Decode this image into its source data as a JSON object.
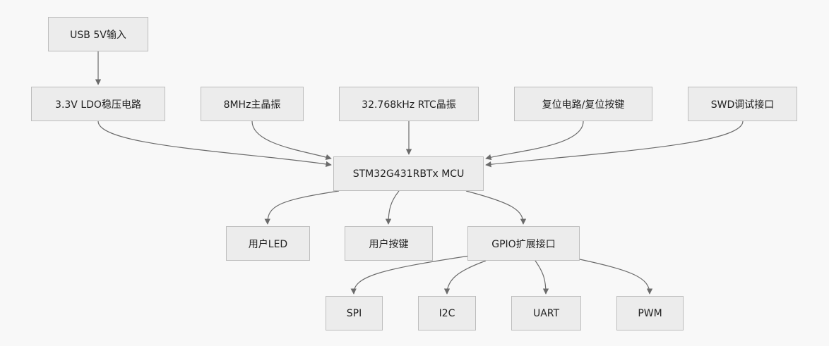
{
  "nodes": {
    "usb": "USB 5V输入",
    "ldo": "3.3V LDO稳压电路",
    "xtal8": "8MHz主晶振",
    "xtal32": "32.768kHz RTC晶振",
    "reset": "复位电路/复位按键",
    "swd": "SWD调试接口",
    "mcu": "STM32G431RBTx MCU",
    "led": "用户LED",
    "key": "用户按键",
    "gpio": "GPIO扩展接口",
    "spi": "SPI",
    "i2c": "I2C",
    "uart": "UART",
    "pwm": "PWM"
  },
  "edges": [
    [
      "usb",
      "ldo"
    ],
    [
      "ldo",
      "mcu"
    ],
    [
      "xtal8",
      "mcu"
    ],
    [
      "xtal32",
      "mcu"
    ],
    [
      "reset",
      "mcu"
    ],
    [
      "swd",
      "mcu"
    ],
    [
      "mcu",
      "led"
    ],
    [
      "mcu",
      "key"
    ],
    [
      "mcu",
      "gpio"
    ],
    [
      "gpio",
      "spi"
    ],
    [
      "gpio",
      "i2c"
    ],
    [
      "gpio",
      "uart"
    ],
    [
      "gpio",
      "pwm"
    ]
  ]
}
